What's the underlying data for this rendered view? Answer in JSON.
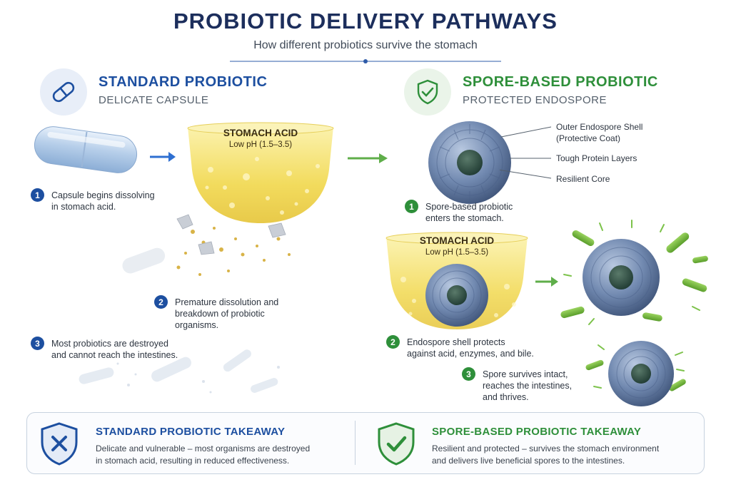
{
  "header": {
    "title": "PROBIOTIC DELIVERY PATHWAYS",
    "subtitle": "How different probiotics survive the stomach"
  },
  "standard": {
    "title": "STANDARD PROBIOTIC",
    "subtitle": "DELICATE CAPSULE",
    "acid_label": "STOMACH ACID",
    "acid_ph": "Low pH (1.5–3.5)",
    "steps": [
      {
        "num": "1",
        "text": [
          "Capsule begins dissolving",
          "in stomach acid."
        ]
      },
      {
        "num": "2",
        "text": [
          "Premature dissolution and",
          "breakdown of probiotic",
          "organisms."
        ]
      },
      {
        "num": "3",
        "text": [
          "Most probiotics are destroyed",
          "and cannot reach the intestines."
        ]
      }
    ]
  },
  "spore": {
    "title": "SPORE-BASED PROBIOTIC",
    "subtitle": "PROTECTED ENDOSPORE",
    "acid_label": "STOMACH ACID",
    "acid_ph": "Low pH (1.5–3.5)",
    "callouts": [
      [
        "Outer Endospore Shell",
        "(Protective Coat)"
      ],
      [
        "Tough Protein Layers"
      ],
      [
        "Resilient Core"
      ]
    ],
    "steps": [
      {
        "num": "1",
        "text": [
          "Spore-based probiotic",
          "enters the stomach."
        ]
      },
      {
        "num": "2",
        "text": [
          "Endospore shell protects",
          "against acid, enzymes, and bile."
        ]
      },
      {
        "num": "3",
        "text": [
          "Spore survives intact,",
          "reaches the intestines,",
          "and thrives."
        ]
      }
    ]
  },
  "takeaways": {
    "standard": {
      "title": "STANDARD PROBIOTIC TAKEAWAY",
      "text": [
        "Delicate and vulnerable – most organisms are destroyed",
        "in stomach acid, resulting in reduced effectiveness."
      ]
    },
    "spore": {
      "title": "SPORE-BASED PROBIOTIC TAKEAWAY",
      "text": [
        "Resilient and protected – survives the stomach environment",
        "and delivers live beneficial spores to the intestines."
      ]
    }
  },
  "colors": {
    "navy": "#1c2e5c",
    "blue": "#1d4fa0",
    "green": "#2e8f3a",
    "acid": "#f3dc63"
  },
  "icons": {
    "standard_header": "capsule-icon",
    "spore_header": "shield-check-icon",
    "standard_takeaway": "shield-x-icon",
    "spore_takeaway": "shield-check-icon"
  }
}
